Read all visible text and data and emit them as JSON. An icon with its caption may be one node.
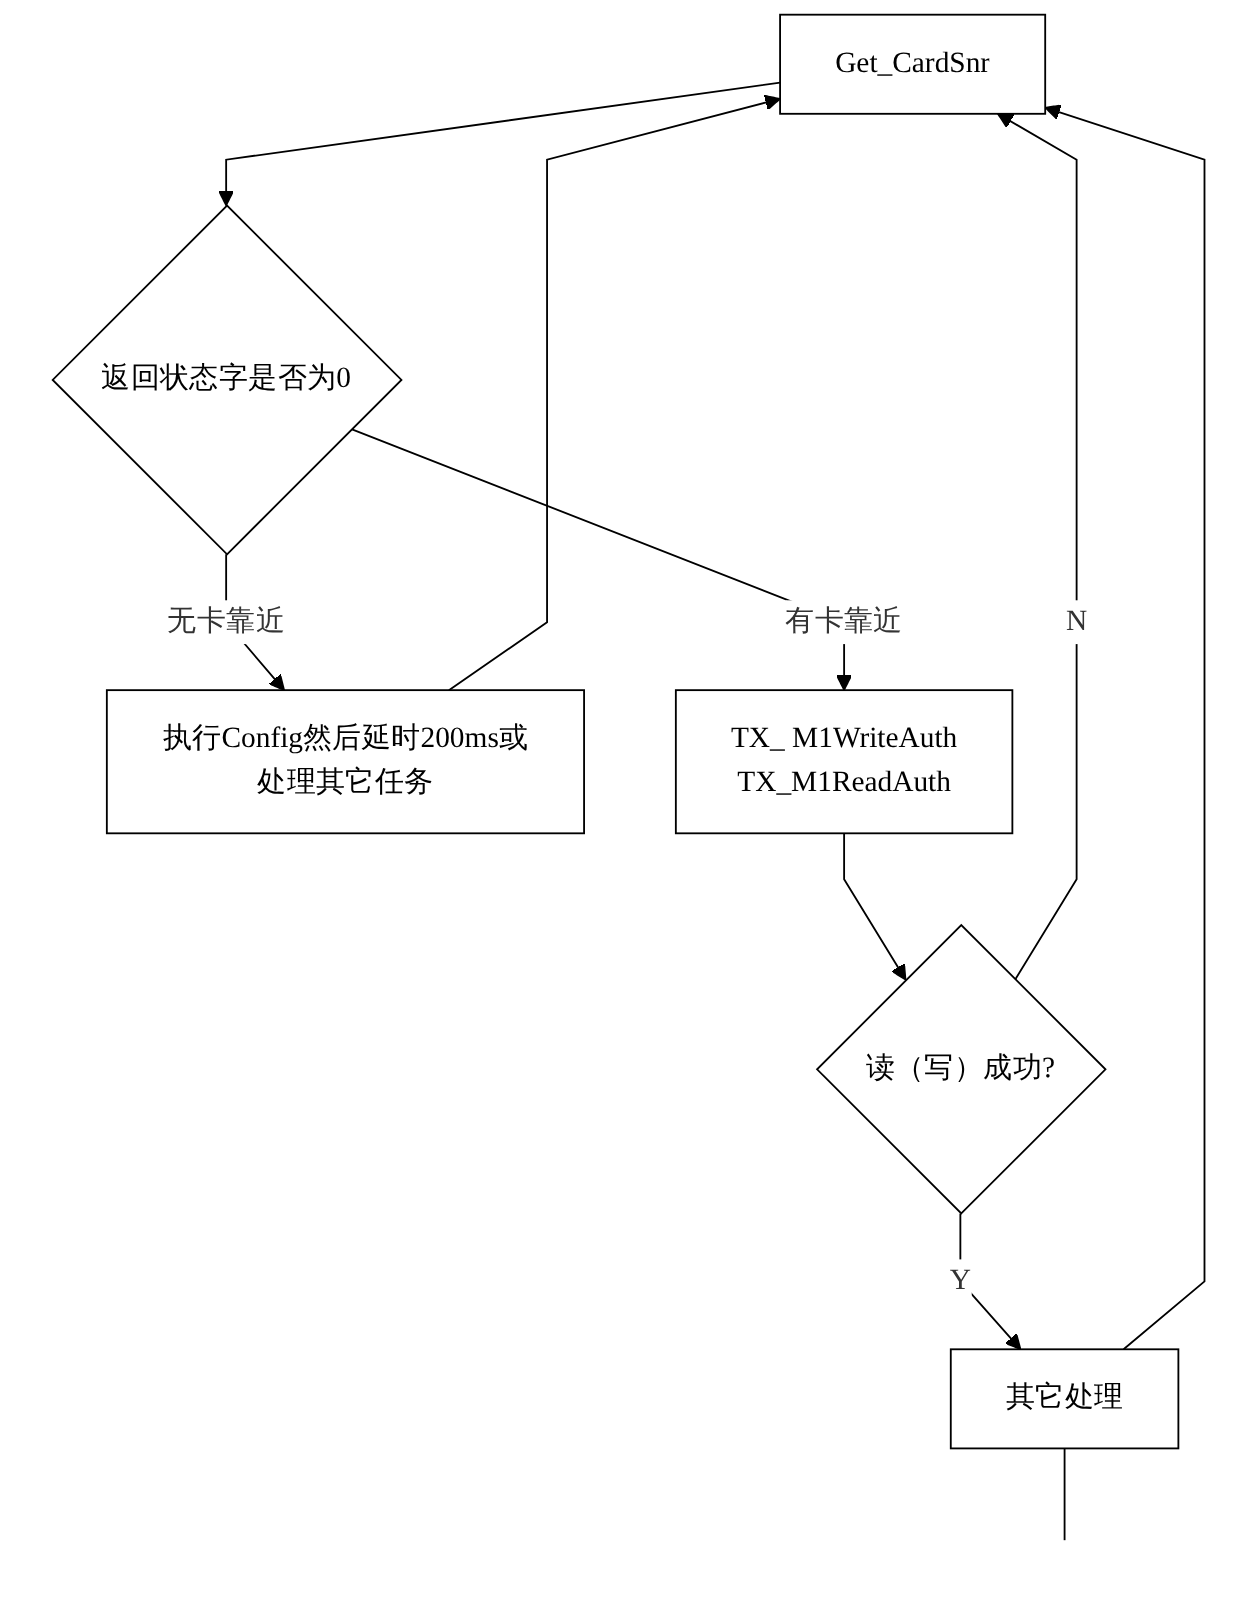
{
  "diagram": {
    "nodes": [
      {
        "text": [
          "Get_CardSnr"
        ]
      },
      {
        "text": [
          "返回状态字是否为0"
        ]
      },
      {
        "text": [
          "执行Config然后延时200ms或处理其它任务"
        ]
      },
      {
        "text": [
          "TX_ M1WriteAuth",
          "TX_M1ReadAuth"
        ]
      },
      {
        "text": [
          "读（写）成功?"
        ]
      },
      {
        "text": [
          "其它处理"
        ]
      }
    ],
    "edges": [
      {
        "from": 0,
        "to": 1,
        "arrow": "to"
      },
      {
        "from": 1,
        "to": 2,
        "arrow": "to",
        "label": "无卡靠近"
      },
      {
        "from": 2,
        "to": 0,
        "arrow": "to"
      },
      {
        "from": 1,
        "to": 3,
        "arrow": "to",
        "label": "有卡靠近"
      },
      {
        "from": 3,
        "to": 4,
        "arrow": "to"
      },
      {
        "from": 4,
        "to": 0,
        "arrow": "to",
        "label": "N"
      },
      {
        "from": 4,
        "to": 5,
        "arrow": "to",
        "label": "Y"
      },
      {
        "from": 5,
        "to": 0,
        "arrow": "to"
      },
      {
        "from": 5,
        "to": null,
        "arrow": "none"
      }
    ]
  }
}
